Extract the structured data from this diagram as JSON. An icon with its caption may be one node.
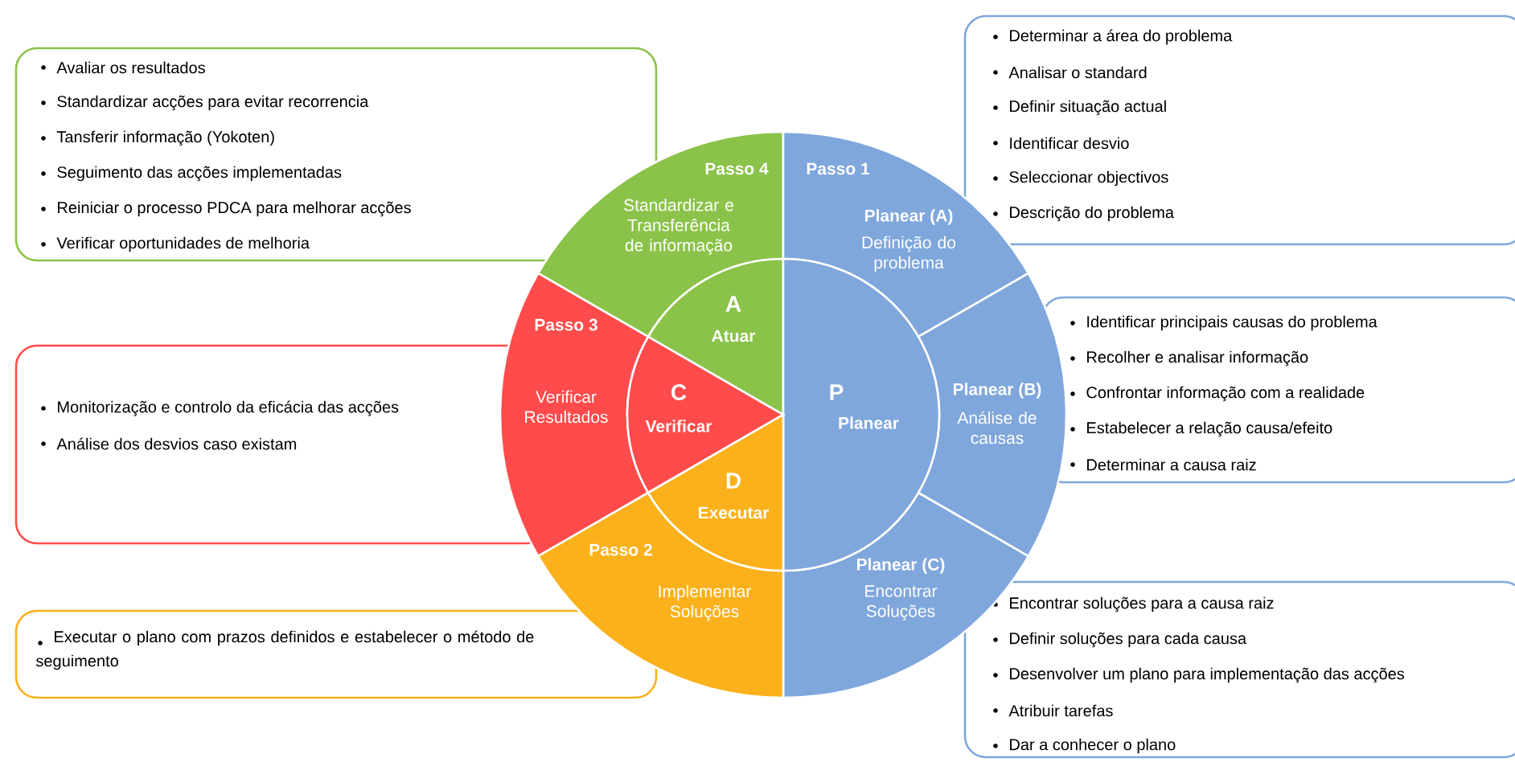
{
  "diagram": {
    "nodes": [
      {
        "text": [
          "Avaliar os resultados",
          "Standardizar acções para evitar recorrencia",
          "Tansferir informação (Yokoten)",
          "Seguimento das acções implementadas",
          "Reiniciar o processo PDCA para melhorar acções",
          "Verificar oportunidades de melhoria"
        ]
      },
      {
        "text": [
          "Determinar a área do problema",
          "Analisar o standard",
          "Definir situação actual",
          "Identificar desvio",
          "Seleccionar objectivos",
          "Descrição do problema"
        ]
      },
      {
        "text": [
          "Monitorização e controlo da eficácia das acções",
          "Análise dos desvios caso existam"
        ]
      },
      {
        "text": [
          "Identificar principais causas do problema",
          "Recolher e analisar informação",
          "Confrontar informação com a realidade",
          "Estabelecer a relação causa/efeito",
          "Determinar a causa raiz"
        ]
      },
      {
        "text": [
          "Executar o plano com prazos definidos e estabelecer o método de seguimento"
        ]
      },
      {
        "text": [
          "Encontrar soluções para a causa raiz",
          "Definir soluções para cada causa",
          "Desenvolver um plano para implementação das acções",
          "Atribuir tarefas",
          "Dar a conhecer o plano"
        ]
      },
      {
        "text": [
          "Passo 4",
          "Standardizar e Transferência de informação"
        ]
      },
      {
        "text": [
          "Passo 1",
          "Planear (A)",
          "Definição do problema"
        ]
      },
      {
        "text": [
          "Planear (B)",
          "Análise de causas"
        ]
      },
      {
        "text": [
          "Planear (C)",
          "Encontrar Soluções"
        ]
      },
      {
        "text": [
          "Passo 3",
          "Verificar Resultados"
        ]
      },
      {
        "text": [
          "Passo 2",
          "Implementar Soluções"
        ]
      },
      {
        "text": [
          "A",
          "Atuar"
        ]
      },
      {
        "text": [
          "P",
          "Planear"
        ]
      },
      {
        "text": [
          "C",
          "Verificar"
        ]
      },
      {
        "text": [
          "D",
          "Executar"
        ]
      }
    ]
  }
}
